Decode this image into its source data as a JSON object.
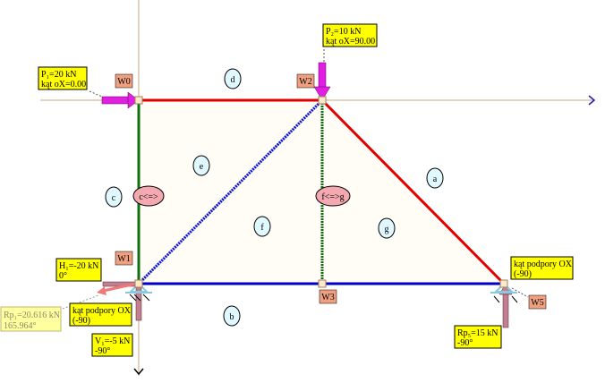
{
  "nodes": {
    "w0": "W0",
    "w1": "W1",
    "w2": "W2",
    "w3": "W3",
    "w5": "W5"
  },
  "bars": {
    "a": "a",
    "b": "b",
    "c": "c",
    "d": "d",
    "e": "e",
    "f": "f",
    "g": "g"
  },
  "joints": {
    "c": "c<=>",
    "fg": "f<=>g"
  },
  "loads": {
    "p1": {
      "line1": "P₁=20 kN",
      "line2": "kąt oX=0.00"
    },
    "p2": {
      "line1": "P₂=10 kN",
      "line2": "kąt oX=90.00"
    }
  },
  "supports": {
    "w1": {
      "h_line1": "H₁=-20 kN",
      "h_line2": "0°",
      "angle_line1": "kąt podpory OX",
      "angle_line2": "(-90)",
      "v_line1": "V₁=-5 kN",
      "v_line2": "-90°",
      "r_line1": "Rp₁=20.616 kN",
      "r_line2": "165.964°"
    },
    "w5": {
      "angle_line1": "kąt podpory OX",
      "angle_line2": "(-90)",
      "r_line1": "Rp₅=15 kN",
      "r_line2": "-90°"
    }
  },
  "colors": {
    "top": "#e00000",
    "bottom": "#0000c8",
    "vertical": "#107010",
    "diagonal": "#1010d0",
    "load": "#e020e0",
    "reaction": "#c08090",
    "note": "#ffff00",
    "node": "#f0a080"
  }
}
